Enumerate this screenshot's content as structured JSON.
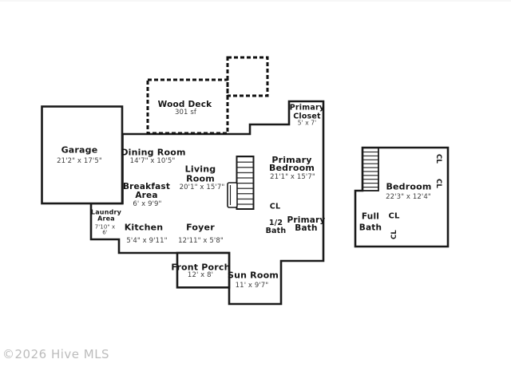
{
  "watermark": "©2026 Hive MLS",
  "colors": {
    "wall": "#1a1a1a",
    "room_label": "#151515",
    "dims_label": "#3d3d3d",
    "watermark": "#bcbcbc",
    "background": "#ffffff"
  },
  "rooms": {
    "wood_deck": {
      "name": "Wood Deck",
      "area": "301 sf"
    },
    "garage": {
      "name": "Garage",
      "dims": "21'2\" x 17'5\""
    },
    "dining_room": {
      "name": "Dining Room",
      "dims": "14'7\" x 10'5\""
    },
    "living_room": {
      "name": "Living\nRoom",
      "dims": "20'1\" x 15'7\""
    },
    "primary_closet": {
      "name": "Primary\nCloset",
      "dims": "5' x 7'"
    },
    "primary_bedroom": {
      "name": "Primary\nBedroom",
      "dims": "21'1\" x 15'7\""
    },
    "breakfast_area": {
      "name": "Breakfast\nArea",
      "dims": "6' x 9'9\""
    },
    "laundry_area": {
      "name": "Laundry\nArea",
      "dims": "7'10\" x\n6'"
    },
    "kitchen": {
      "name": "Kitchen",
      "dims": "5'4\" x 9'11\""
    },
    "foyer": {
      "name": "Foyer",
      "dims": "12'11\" x 5'8\""
    },
    "half_bath": {
      "name": "1/2\nBath"
    },
    "primary_bath": {
      "name": "Primary\nBath"
    },
    "front_porch": {
      "name": "Front Porch",
      "dims": "12' x 8'"
    },
    "sun_room": {
      "name": "Sun Room",
      "dims": "11' x 9'7\""
    },
    "bedroom": {
      "name": "Bedroom",
      "dims": "22'3\" x 12'4\""
    },
    "full_bath": {
      "name": "Full\nBath"
    }
  },
  "closets": {
    "main_hall": "CL",
    "upper_center": "CL",
    "upper_center_rotated": "CL",
    "upper_right_top": "CL",
    "upper_right_bottom": "CL"
  }
}
